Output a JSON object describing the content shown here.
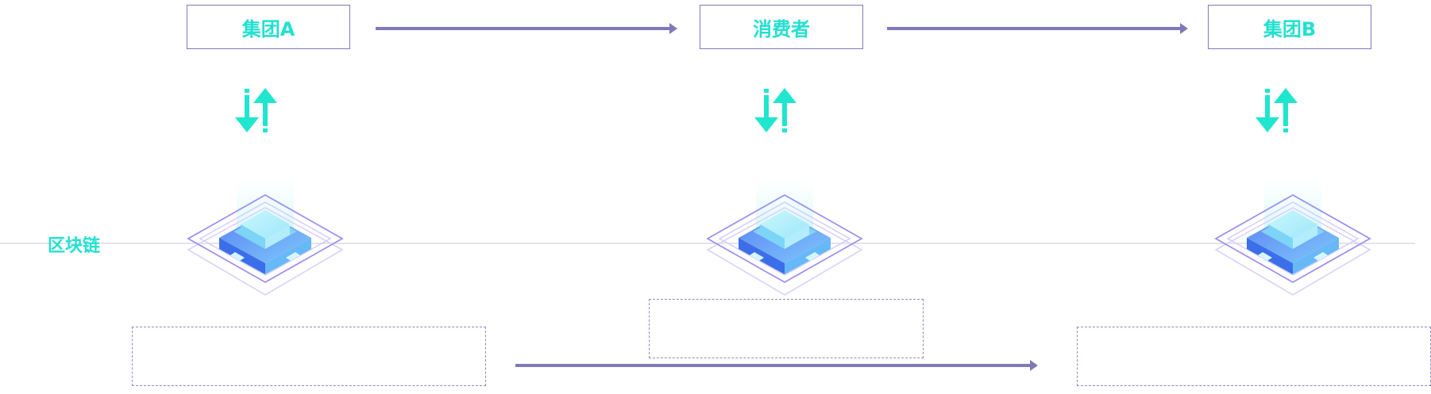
{
  "nodes": [
    {
      "label": "集团A"
    },
    {
      "label": "消费者"
    },
    {
      "label": "集团B"
    }
  ],
  "chain_label": "区块链",
  "colors": {
    "accent_text": "#22e0cf",
    "box_border": "#7e7ab8",
    "flow_arrow": "#7e7ab8",
    "exchange_arrow": "#1fe6cf",
    "chain_line": "#dcdcea",
    "block_top": "#a9eef9",
    "block_side": "#3f86f2",
    "block_frame": "#9f90f0",
    "dashed_border": "#8f8bc6"
  },
  "icons": {
    "exchange": "bidirectional-arrow-icon",
    "block": "blockchain-block-icon"
  }
}
